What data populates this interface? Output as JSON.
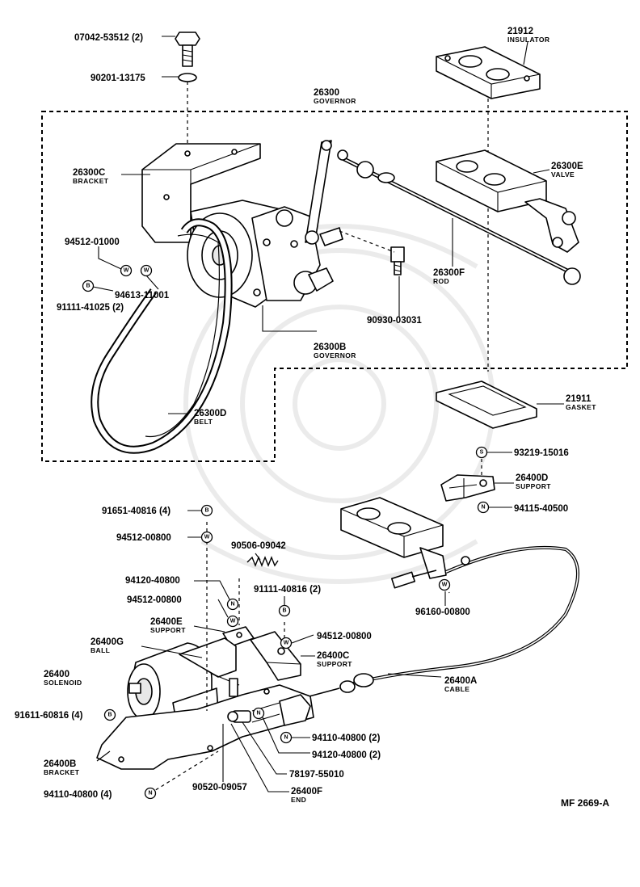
{
  "diagram": {
    "ref_code": "MF 2669-A",
    "callouts": {
      "p07042": {
        "part": "07042-53512 (2)",
        "name": ""
      },
      "p90201": {
        "part": "90201-13175",
        "name": ""
      },
      "p21912": {
        "part": "21912",
        "name": "INSULATOR"
      },
      "p26300": {
        "part": "26300",
        "name": "GOVERNOR"
      },
      "p26300C": {
        "part": "26300C",
        "name": "BRACKET"
      },
      "p26300E": {
        "part": "26300E",
        "name": "VALVE"
      },
      "p94512a": {
        "part": "94512-01000",
        "name": ""
      },
      "p94613": {
        "part": "94613-11001",
        "name": ""
      },
      "p91111a": {
        "part": "91111-41025 (2)",
        "name": ""
      },
      "p26300F": {
        "part": "26300F",
        "name": "ROD"
      },
      "p90930": {
        "part": "90930-03031",
        "name": ""
      },
      "p26300B": {
        "part": "26300B",
        "name": "GOVERNOR"
      },
      "p26300D": {
        "part": "26300D",
        "name": "BELT"
      },
      "p21911": {
        "part": "21911",
        "name": "GASKET"
      },
      "p93219": {
        "part": "93219-15016",
        "name": ""
      },
      "p26400D": {
        "part": "26400D",
        "name": "SUPPORT"
      },
      "p94115": {
        "part": "94115-40500",
        "name": ""
      },
      "p91651": {
        "part": "91651-40816 (4)",
        "name": ""
      },
      "p94512b": {
        "part": "94512-00800",
        "name": ""
      },
      "p90506": {
        "part": "90506-09042",
        "name": ""
      },
      "p94120a": {
        "part": "94120-40800",
        "name": ""
      },
      "p91111b": {
        "part": "91111-40816 (2)",
        "name": ""
      },
      "p94512c": {
        "part": "94512-00800",
        "name": ""
      },
      "p26400E": {
        "part": "26400E",
        "name": "SUPPORT"
      },
      "p96160": {
        "part": "96160-00800",
        "name": ""
      },
      "p94512d": {
        "part": "94512-00800",
        "name": ""
      },
      "p26400G": {
        "part": "26400G",
        "name": "BALL"
      },
      "p26400C": {
        "part": "26400C",
        "name": "SUPPORT"
      },
      "p26400": {
        "part": "26400",
        "name": "SOLENOID"
      },
      "p26400A": {
        "part": "26400A",
        "name": "CABLE"
      },
      "p91611": {
        "part": "91611-60816 (4)",
        "name": ""
      },
      "p94110a": {
        "part": "94110-40800 (2)",
        "name": ""
      },
      "p94120b": {
        "part": "94120-40800 (2)",
        "name": ""
      },
      "p26400B": {
        "part": "26400B",
        "name": "BRACKET"
      },
      "p78197": {
        "part": "78197-55010",
        "name": ""
      },
      "p90520": {
        "part": "90520-09057",
        "name": ""
      },
      "p26400F": {
        "part": "26400F",
        "name": "END"
      },
      "p94110b": {
        "part": "94110-40800 (4)",
        "name": ""
      }
    },
    "symbols": {
      "W": "W",
      "B": "B",
      "N": "N",
      "S": "S"
    }
  }
}
